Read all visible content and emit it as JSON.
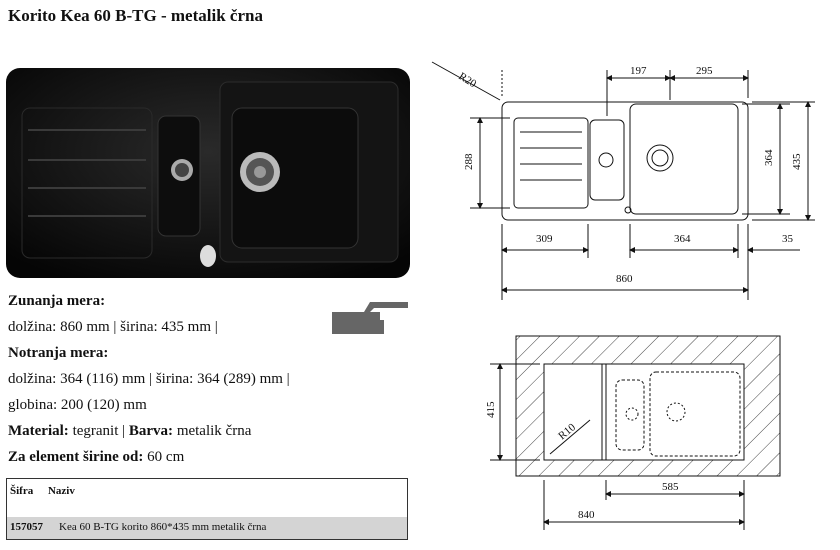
{
  "title": "Korito Kea 60 B-TG - metalik črna",
  "specs": {
    "outer_label": "Zunanja mera:",
    "outer_value": "dolžina: 860 mm | širina: 435 mm |",
    "inner_label": "Notranja mera:",
    "inner_value_1": "dolžina: 364 (116) mm | širina: 364 (289) mm |",
    "inner_value_2": "globina: 200 (120) mm",
    "material_label": "Material:",
    "material_value": " tegranit | ",
    "color_label": "Barva:",
    "color_value": " metalik črna",
    "element_label": "Za element širine od:",
    "element_value": " 60 cm"
  },
  "table": {
    "col_code": "Šifra",
    "col_name": "Naziv",
    "row_code": "157057",
    "row_name": "Kea 60 B-TG korito  860*435 mm metalik črna"
  },
  "drawing_top": {
    "r20": "R20",
    "d197": "197",
    "d295": "295",
    "d288": "288",
    "d364v": "364",
    "d435": "435",
    "d309": "309",
    "d364h": "364",
    "d35": "35",
    "d860": "860"
  },
  "drawing_bottom": {
    "d415": "415",
    "r10": "R10",
    "d585": "585",
    "d840": "840"
  },
  "colors": {
    "sink": "#111111",
    "row_bg": "#d4d4d4",
    "icon": "#666666"
  },
  "icons": [
    "sink-photo",
    "mount-type-icon"
  ]
}
